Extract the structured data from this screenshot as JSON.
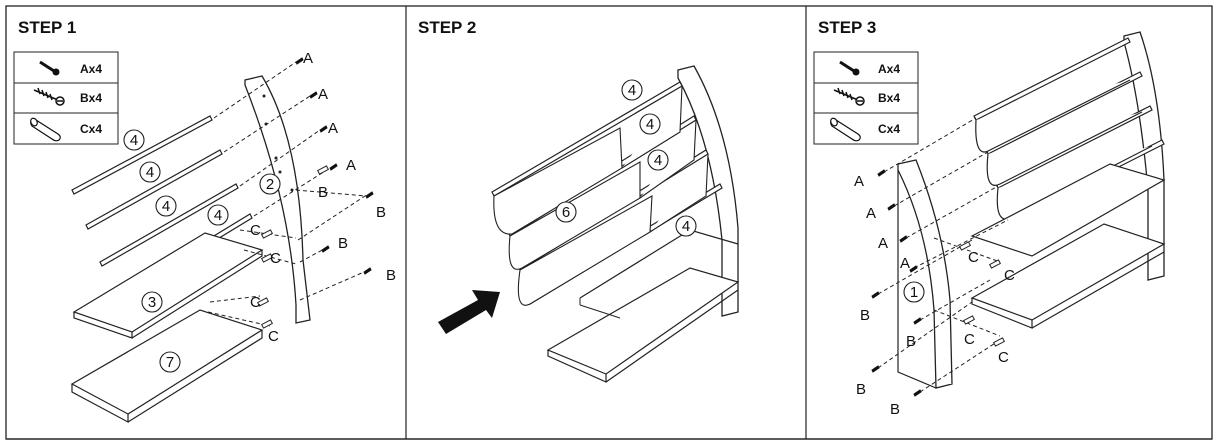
{
  "steps": [
    {
      "title": "STEP 1",
      "legend": [
        {
          "icon": "screw-a-icon",
          "label": "Ax4"
        },
        {
          "icon": "screw-b-icon",
          "label": "Bx4"
        },
        {
          "icon": "dowel-c-icon",
          "label": "Cx4"
        }
      ],
      "labels": {
        "a": "A",
        "b": "B",
        "c": "C"
      },
      "parts": {
        "rod": "4",
        "side": "2",
        "shelf": "3",
        "base": "7"
      }
    },
    {
      "title": "STEP 2",
      "parts": {
        "rod": "4",
        "sling": "6"
      }
    },
    {
      "title": "STEP 3",
      "legend": [
        {
          "icon": "screw-a-icon",
          "label": "Ax4"
        },
        {
          "icon": "screw-b-icon",
          "label": "Bx4"
        },
        {
          "icon": "dowel-c-icon",
          "label": "Cx4"
        }
      ],
      "labels": {
        "a": "A",
        "b": "B",
        "c": "C"
      },
      "parts": {
        "side": "1"
      }
    }
  ]
}
